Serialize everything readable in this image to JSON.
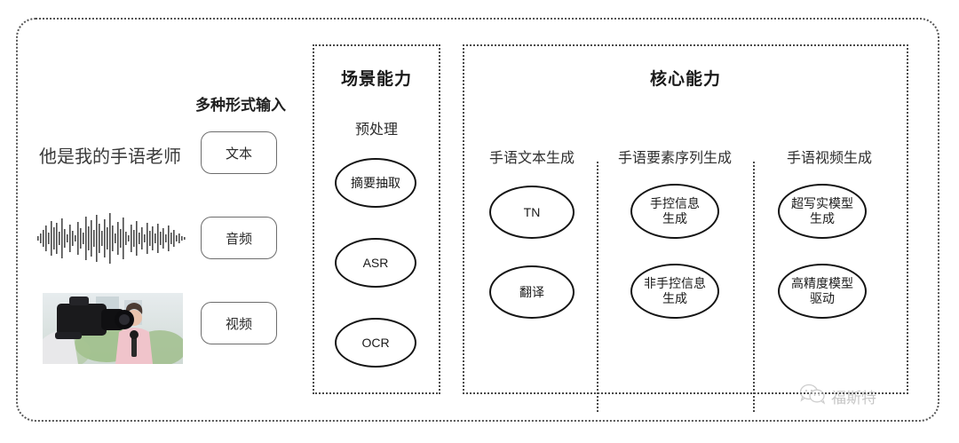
{
  "diagram": {
    "input_panel": {
      "label": "多种形式输入",
      "sample_text": "他是我的手语老师",
      "modalities": [
        {
          "name": "text",
          "label": "文本"
        },
        {
          "name": "audio",
          "label": "音频"
        },
        {
          "name": "video",
          "label": "视频"
        }
      ]
    },
    "scene_section": {
      "title": "场景能力",
      "subtitle": "预处理",
      "nodes": [
        {
          "label": "摘要抽取"
        },
        {
          "label": "ASR"
        },
        {
          "label": "OCR"
        }
      ]
    },
    "core_section": {
      "title": "核心能力",
      "columns": [
        {
          "header": "手语文本生成",
          "nodes": [
            {
              "line1": "TN",
              "line2": ""
            },
            {
              "line1": "翻译",
              "line2": ""
            }
          ]
        },
        {
          "header": "手语要素序列生成",
          "nodes": [
            {
              "line1": "手控信息",
              "line2": "生成"
            },
            {
              "line1": "非手控信息",
              "line2": "生成"
            }
          ]
        },
        {
          "header": "手语视频生成",
          "nodes": [
            {
              "line1": "超写实模型",
              "line2": "生成"
            },
            {
              "line1": "高精度模型",
              "line2": "驱动"
            }
          ]
        }
      ]
    },
    "watermark": {
      "text": "福斯特",
      "icon": "wechat-icon"
    },
    "colors": {
      "frame": "#555555",
      "node_border": "#141414",
      "text": "#1a1a1a",
      "pill_border": "#6d6d6d"
    }
  }
}
